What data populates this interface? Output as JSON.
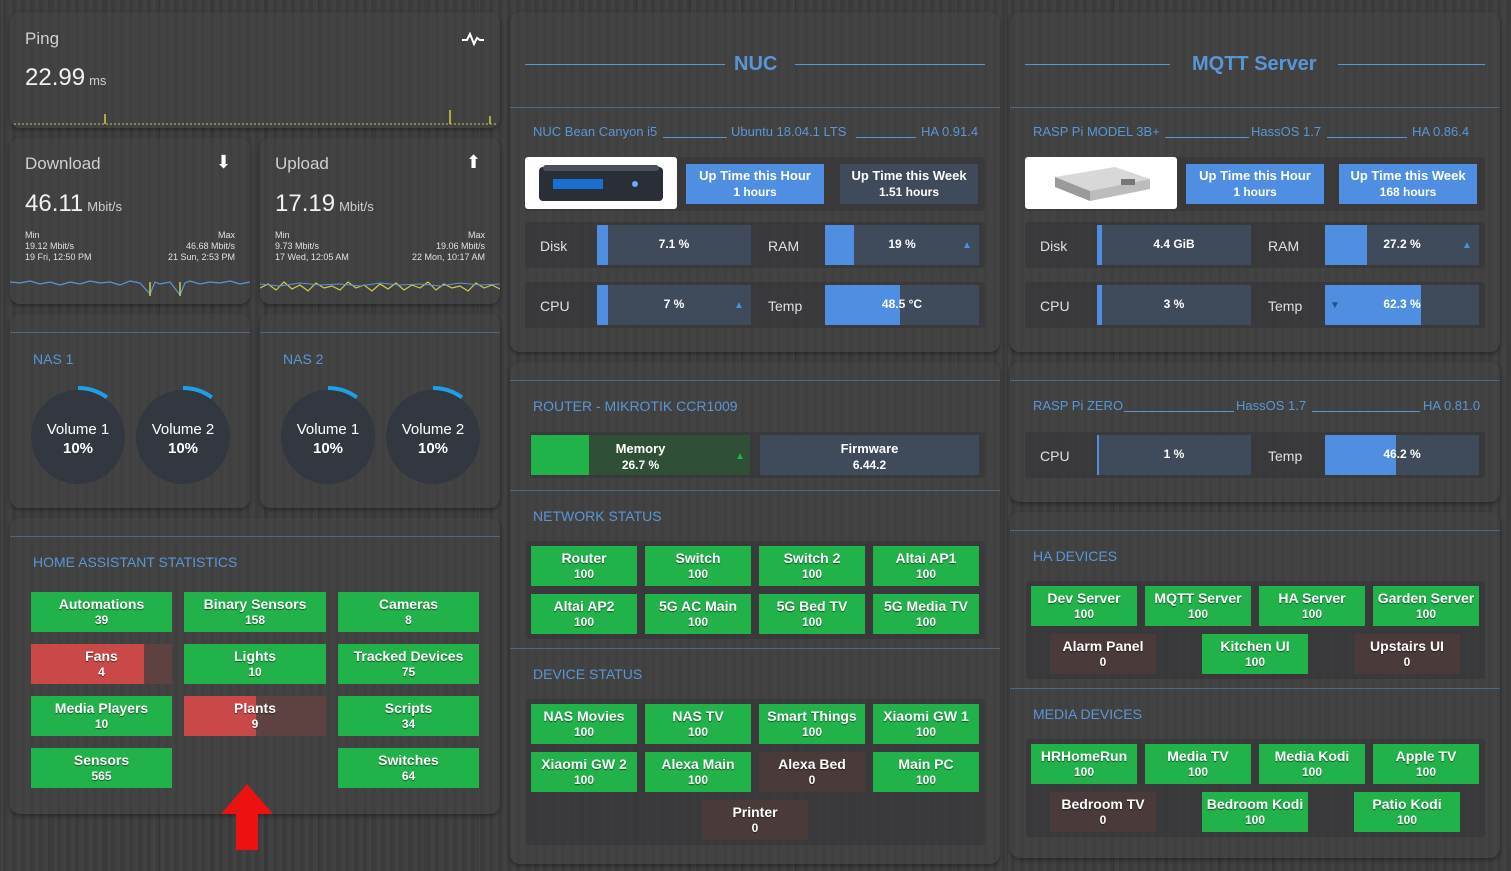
{
  "ping": {
    "title": "Ping",
    "value": "22.99",
    "unit": "ms"
  },
  "download": {
    "title": "Download",
    "value": "46.11",
    "unit": "Mbit/s",
    "min_label": "Min",
    "min_value": "19.12 Mbit/s",
    "min_time": "19 Fri, 12:50 PM",
    "max_label": "Max",
    "max_value": "46.68 Mbit/s",
    "max_time": "21 Sun, 2:53 PM"
  },
  "upload": {
    "title": "Upload",
    "value": "17.19",
    "unit": "Mbit/s",
    "min_label": "Min",
    "min_value": "9.73 Mbit/s",
    "min_time": "17 Wed, 12:05 AM",
    "max_label": "Max",
    "max_value": "19.06 Mbit/s",
    "max_time": "22 Mon, 10:17 AM"
  },
  "nas1": {
    "title": "NAS 1",
    "volumes": [
      {
        "label": "Volume 1",
        "value": "10%",
        "pct": 10
      },
      {
        "label": "Volume 2",
        "value": "10%",
        "pct": 10
      }
    ]
  },
  "nas2": {
    "title": "NAS 2",
    "volumes": [
      {
        "label": "Volume 1",
        "value": "10%",
        "pct": 10
      },
      {
        "label": "Volume 2",
        "value": "10%",
        "pct": 10
      }
    ]
  },
  "ha_stats": {
    "title": "HOME ASSISTANT STATISTICS",
    "tiles": [
      {
        "label": "Automations",
        "value": "39"
      },
      {
        "label": "Binary Sensors",
        "value": "158"
      },
      {
        "label": "Cameras",
        "value": "8"
      },
      {
        "label": "Fans",
        "value": "4"
      },
      {
        "label": "Lights",
        "value": "10"
      },
      {
        "label": "Tracked Devices",
        "value": "75"
      },
      {
        "label": "Media Players",
        "value": "10"
      },
      {
        "label": "Plants",
        "value": "9"
      },
      {
        "label": "Scripts",
        "value": "34"
      },
      {
        "label": "Sensors",
        "value": "565"
      },
      {
        "label": "Switches",
        "value": "64"
      }
    ]
  },
  "nuc": {
    "title": "NUC",
    "info": [
      "NUC Bean Canyon i5",
      "Ubuntu 18.04.1 LTS",
      "HA 0.91.4"
    ],
    "uptime_hour": {
      "label": "Up Time this Hour",
      "value": "1 hours"
    },
    "uptime_week": {
      "label": "Up Time this Week",
      "value": "1.51 hours"
    },
    "disk": {
      "label": "Disk",
      "value": "7.1 %",
      "pct": 7.1
    },
    "ram": {
      "label": "RAM",
      "value": "19 %",
      "pct": 19
    },
    "cpu": {
      "label": "CPU",
      "value": "7 %",
      "pct": 7
    },
    "temp": {
      "label": "Temp",
      "value": "48.5 °C",
      "pct": 48.5
    }
  },
  "mqtt": {
    "title": "MQTT Server",
    "info": [
      "RASP Pi MODEL 3B+",
      "HassOS 1.7",
      "HA 0.86.4"
    ],
    "uptime_hour": {
      "label": "Up Time this Hour",
      "value": "1 hours"
    },
    "uptime_week": {
      "label": "Up Time this Week",
      "value": "168 hours"
    },
    "disk": {
      "label": "Disk",
      "value": "4.4 GiB",
      "pct": 3
    },
    "ram": {
      "label": "RAM",
      "value": "27.2 %",
      "pct": 27.2
    },
    "cpu": {
      "label": "CPU",
      "value": "3 %",
      "pct": 3
    },
    "temp": {
      "label": "Temp",
      "value": "62.3 %",
      "pct": 62.3
    }
  },
  "router": {
    "title": "ROUTER - MIKROTIK CCR1009",
    "memory": {
      "label": "Memory",
      "value": "26.7 %",
      "pct": 26.7
    },
    "firmware": {
      "label": "Firmware",
      "value": "6.44.2"
    }
  },
  "network": {
    "title": "NETWORK STATUS",
    "tiles": [
      {
        "label": "Router",
        "value": "100"
      },
      {
        "label": "Switch",
        "value": "100"
      },
      {
        "label": "Switch 2",
        "value": "100"
      },
      {
        "label": "Altai AP1",
        "value": "100"
      },
      {
        "label": "Altai AP2",
        "value": "100"
      },
      {
        "label": "5G AC Main",
        "value": "100"
      },
      {
        "label": "5G Bed TV",
        "value": "100"
      },
      {
        "label": "5G Media TV",
        "value": "100"
      }
    ]
  },
  "device": {
    "title": "DEVICE STATUS",
    "tiles": [
      {
        "label": "NAS Movies",
        "value": "100"
      },
      {
        "label": "NAS TV",
        "value": "100"
      },
      {
        "label": "Smart Things",
        "value": "100"
      },
      {
        "label": "Xiaomi GW 1",
        "value": "100"
      },
      {
        "label": "Xiaomi GW 2",
        "value": "100"
      },
      {
        "label": "Alexa Main",
        "value": "100"
      },
      {
        "label": "Alexa Bed",
        "value": "0"
      },
      {
        "label": "Main PC",
        "value": "100"
      },
      {
        "label": "Printer",
        "value": "0"
      }
    ]
  },
  "zero": {
    "title": "RASP Pi ZERO",
    "info_os": "HassOS 1.7",
    "info_ha": "HA 0.81.0",
    "cpu": {
      "label": "CPU",
      "value": "1 %",
      "pct": 1
    },
    "temp": {
      "label": "Temp",
      "value": "46.2 %",
      "pct": 46.2
    }
  },
  "ha_devices": {
    "title": "HA DEVICES",
    "tiles": [
      {
        "label": "Dev Server",
        "value": "100"
      },
      {
        "label": "MQTT Server",
        "value": "100"
      },
      {
        "label": "HA Server",
        "value": "100"
      },
      {
        "label": "Garden Server",
        "value": "100"
      },
      {
        "label": "Alarm Panel",
        "value": "0"
      },
      {
        "label": "Kitchen UI",
        "value": "100"
      },
      {
        "label": "Upstairs UI",
        "value": "0"
      }
    ]
  },
  "media": {
    "title": "MEDIA DEVICES",
    "tiles": [
      {
        "label": "HRHomeRun",
        "value": "100"
      },
      {
        "label": "Media TV",
        "value": "100"
      },
      {
        "label": "Media Kodi",
        "value": "100"
      },
      {
        "label": "Apple TV",
        "value": "100"
      },
      {
        "label": "Bedroom TV",
        "value": "0"
      },
      {
        "label": "Bedroom Kodi",
        "value": "100"
      },
      {
        "label": "Patio Kodi",
        "value": "100"
      }
    ]
  },
  "colors": {
    "accent": "#5a96d6",
    "green": "#21b24a",
    "red": "#c94848",
    "bar": "#4f8ee0",
    "arrow": "#ee1111"
  }
}
